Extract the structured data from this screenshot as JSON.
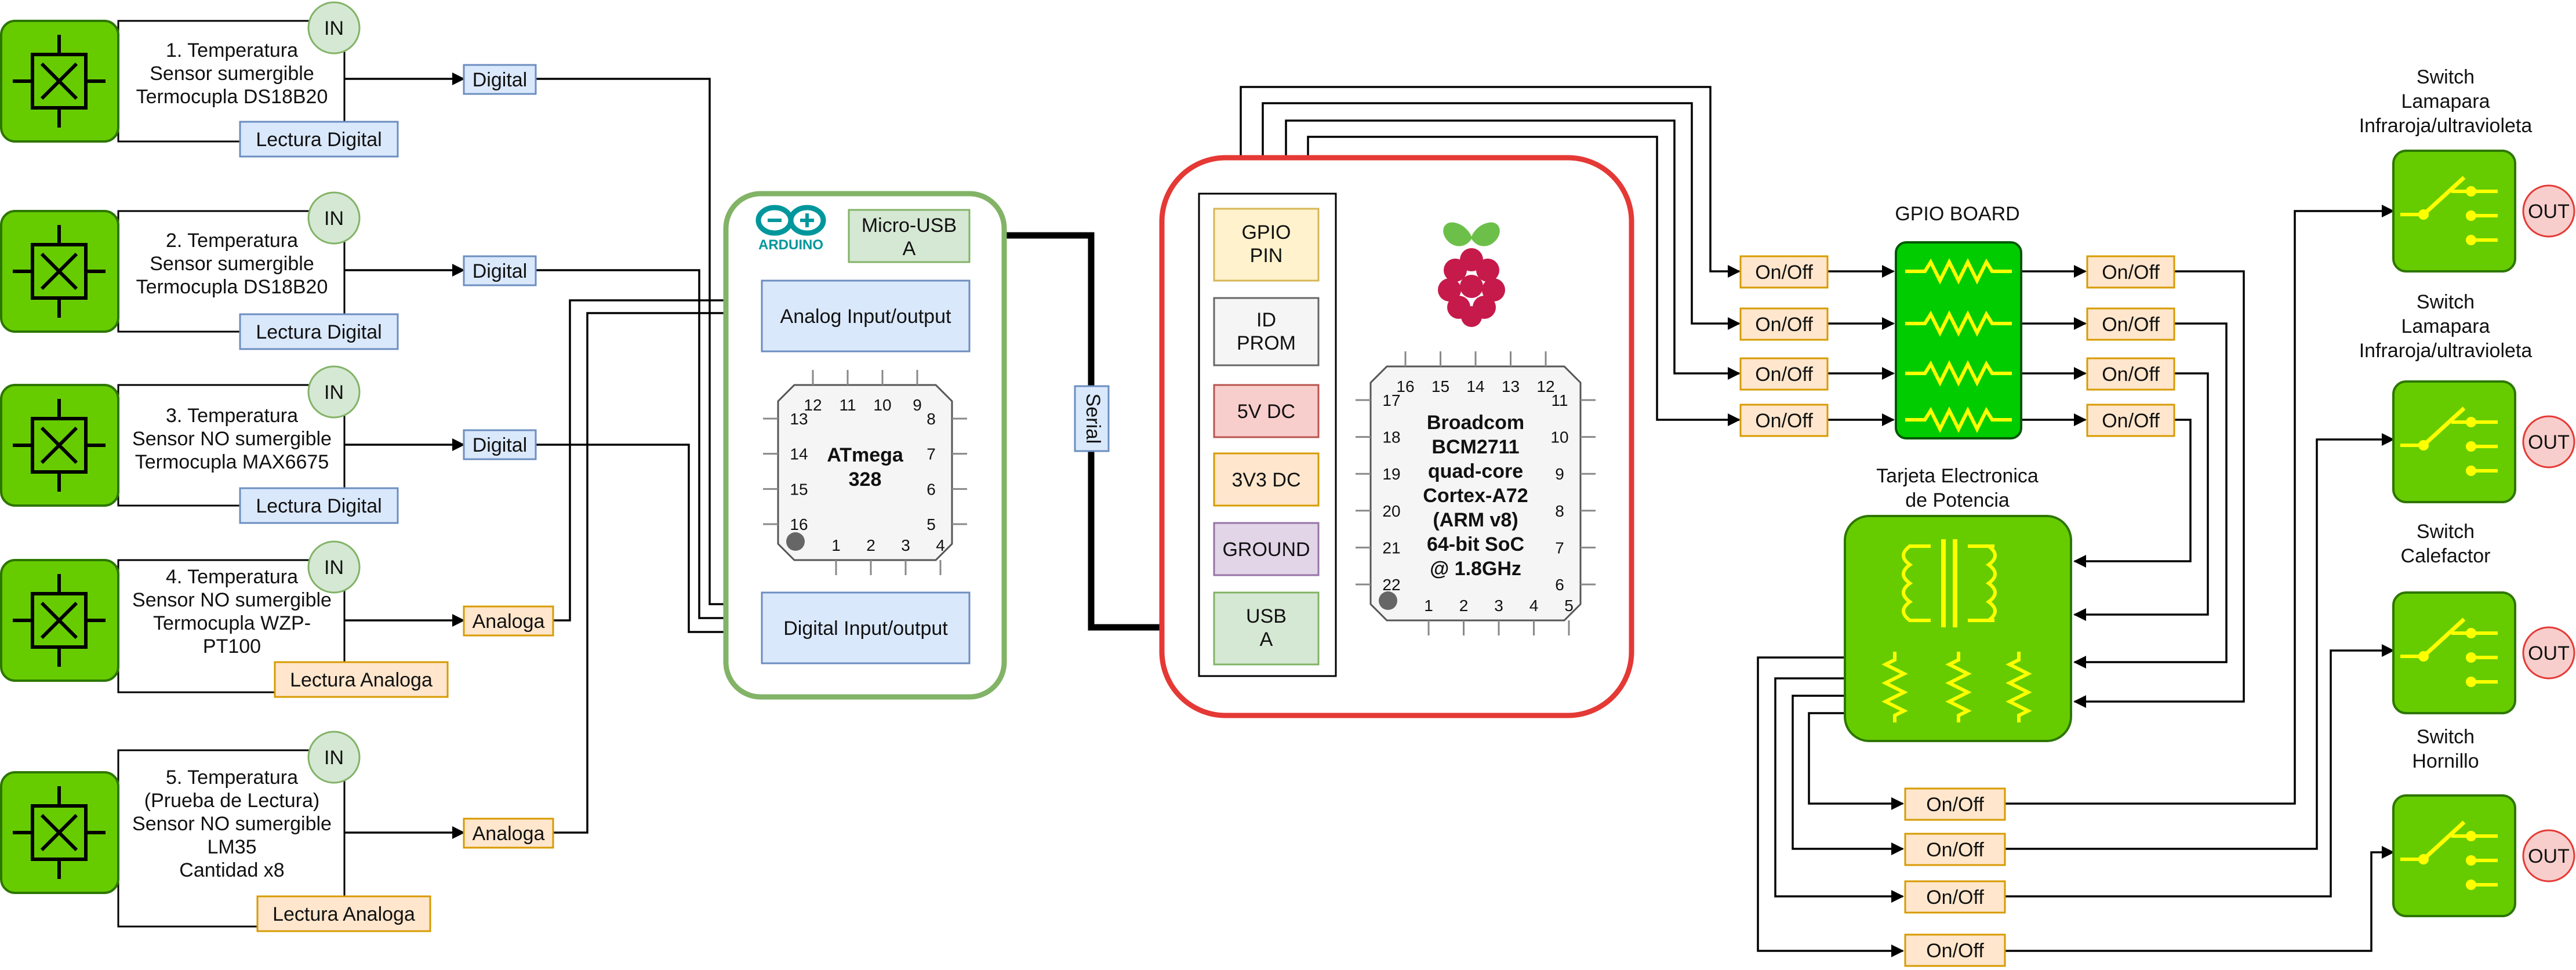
{
  "sensors": [
    {
      "lines": [
        "1. Temperatura",
        "Sensor sumergible",
        "Termocupla DS18B20"
      ],
      "badge": "IN",
      "reading": "Lectura Digital",
      "signal": "Digital",
      "kind": "digital"
    },
    {
      "lines": [
        "2. Temperatura",
        "Sensor sumergible",
        "Termocupla DS18B20"
      ],
      "badge": "IN",
      "reading": "Lectura Digital",
      "signal": "Digital",
      "kind": "digital"
    },
    {
      "lines": [
        "3. Temperatura",
        "Sensor NO sumergible",
        "Termocupla MAX6675"
      ],
      "badge": "IN",
      "reading": "Lectura Digital",
      "signal": "Digital",
      "kind": "digital"
    },
    {
      "lines": [
        "4. Temperatura",
        "Sensor NO sumergible",
        "Termocupla WZP-",
        "PT100"
      ],
      "badge": "IN",
      "reading": "Lectura Analoga",
      "signal": "Analoga",
      "kind": "analog"
    },
    {
      "lines": [
        "5. Temperatura",
        "(Prueba de Lectura)",
        "Sensor NO sumergible",
        "LM35",
        "Cantidad x8"
      ],
      "badge": "IN",
      "reading": "Lectura Analoga",
      "signal": "Analoga",
      "kind": "analog"
    }
  ],
  "arduino": {
    "logo_text": "ARDUINO",
    "usb_lines": [
      "Micro-USB",
      "A"
    ],
    "analog_io": "Analog Input/output",
    "digital_io": "Digital Input/output",
    "chip_lines": [
      "ATmega",
      "328"
    ],
    "pins_top": [
      "12",
      "11",
      "10",
      "9"
    ],
    "pins_left": [
      "13",
      "14",
      "15",
      "16"
    ],
    "pins_right": [
      "8",
      "7",
      "6",
      "5"
    ],
    "pins_bottom": [
      "1",
      "2",
      "3",
      "4"
    ]
  },
  "serial_label": "Serial",
  "raspberry": {
    "gpio_lines": [
      "GPIO",
      "PIN"
    ],
    "idprom_lines": [
      "ID",
      "PROM"
    ],
    "v5": "5V DC",
    "v33": "3V3 DC",
    "ground": "GROUND",
    "usb_lines": [
      "USB",
      "A"
    ],
    "chip_lines": [
      "Broadcom",
      "BCM2711",
      "quad-core",
      "Cortex-A72",
      "(ARM v8)",
      "64-bit SoC",
      "@ 1.8GHz"
    ],
    "pins_top": [
      "16",
      "15",
      "14",
      "13",
      "12"
    ],
    "pins_left": [
      "17",
      "18",
      "19",
      "20",
      "21",
      "22"
    ],
    "pins_right": [
      "11",
      "10",
      "9",
      "8",
      "7",
      "6"
    ],
    "pins_bottom": [
      "1",
      "2",
      "3",
      "4",
      "5"
    ]
  },
  "gpio_board": {
    "title": "GPIO BOARD",
    "inputs": [
      "On/Off",
      "On/Off",
      "On/Off",
      "On/Off"
    ],
    "outputs": [
      "On/Off",
      "On/Off",
      "On/Off",
      "On/Off"
    ]
  },
  "power_card": {
    "title_lines": [
      "Tarjeta Electronica",
      "de Potencia"
    ],
    "outputs": [
      "On/Off",
      "On/Off",
      "On/Off",
      "On/Off"
    ]
  },
  "switches": [
    {
      "lines": [
        "Switch",
        "Lamapara",
        "Infraroja/ultravioleta"
      ],
      "badge": "OUT"
    },
    {
      "lines": [
        "Switch",
        "Lamapara",
        "Infraroja/ultravioleta"
      ],
      "badge": "OUT"
    },
    {
      "lines": [
        "Switch",
        "Calefactor"
      ],
      "badge": "OUT"
    },
    {
      "lines": [
        "Switch",
        "Hornillo"
      ],
      "badge": "OUT"
    }
  ],
  "colors": {
    "green_fill": "#66cc00",
    "green_dark": "#2d7600",
    "blue_fill": "#dae8fc",
    "blue_stroke": "#6c8ebf",
    "orange_fill": "#ffe6cc",
    "orange_stroke": "#d79b00",
    "arduino_stroke": "#82b366",
    "raspberry_stroke": "#e53935",
    "badge_green": "#d5e8d4",
    "badge_red": "#f8cecc"
  }
}
